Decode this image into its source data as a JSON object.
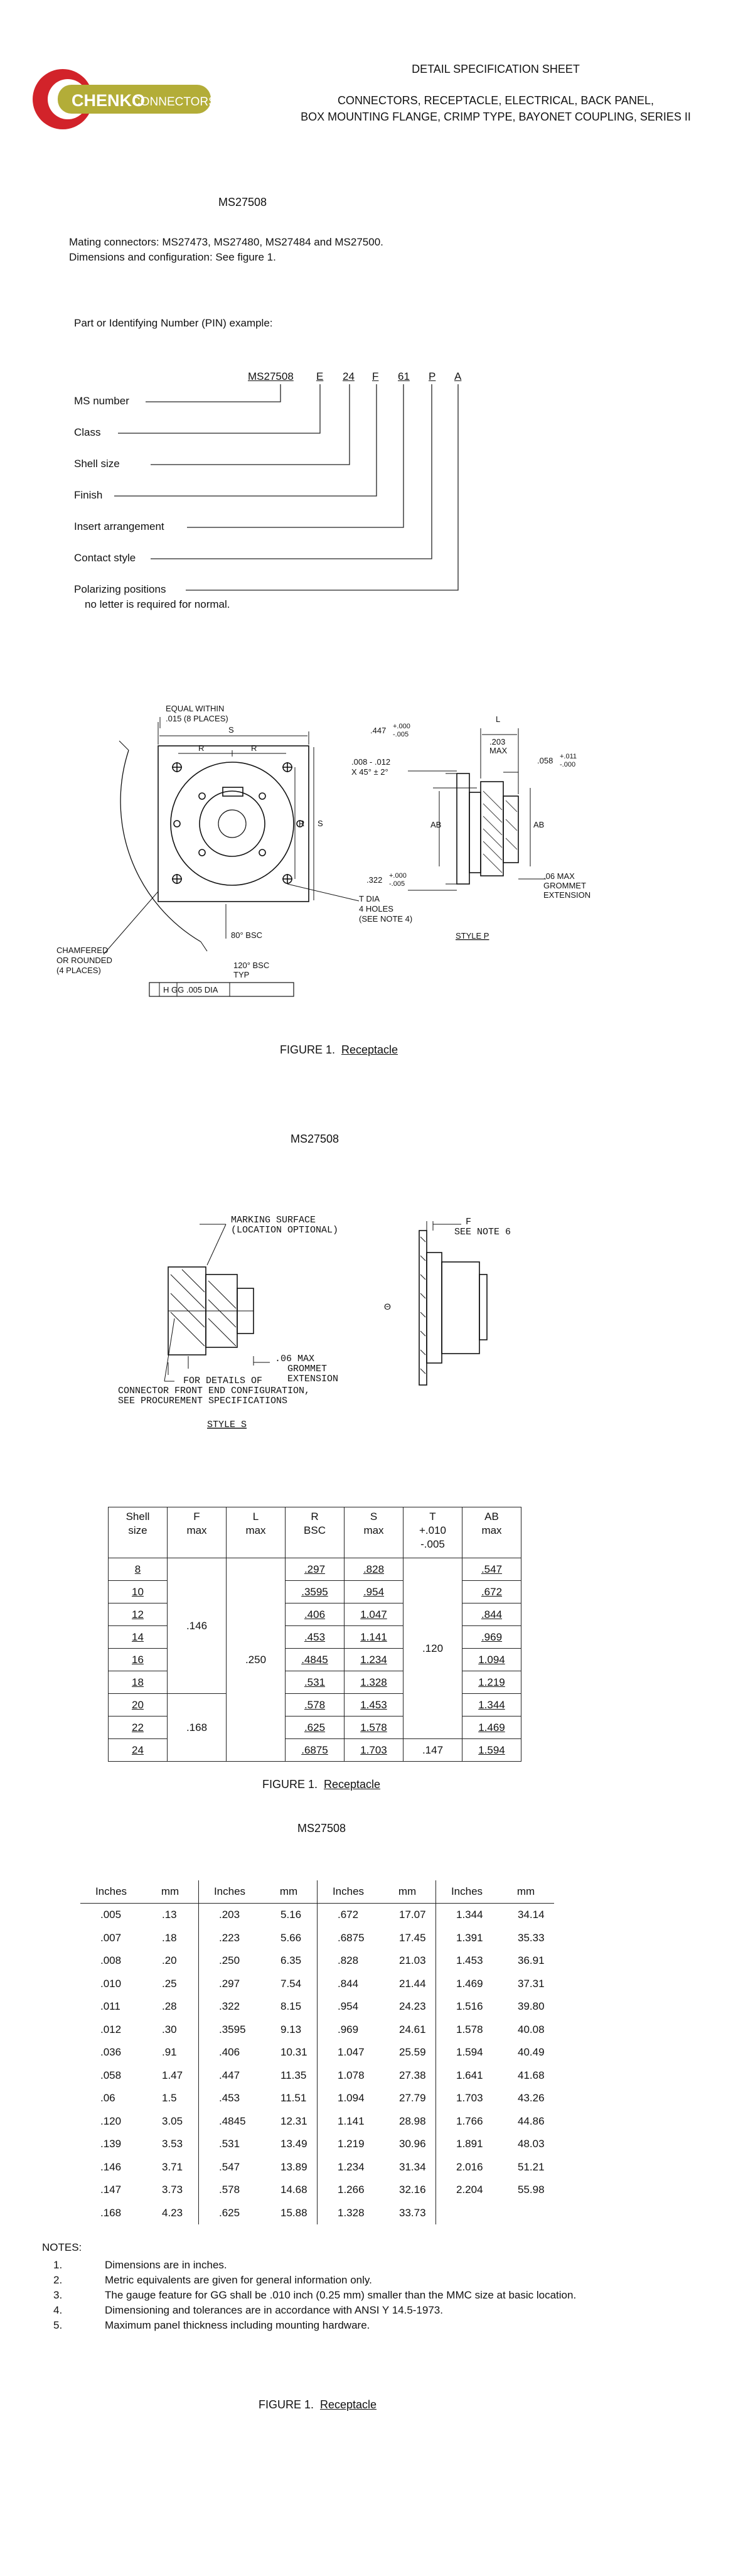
{
  "header": {
    "logo_brand": "CHENKO",
    "logo_sub": "CONNECTORS",
    "title": "DETAIL SPECIFICATION SHEET",
    "line1": "CONNECTORS, RECEPTACLE, ELECTRICAL, BACK PANEL,",
    "line2": "BOX MOUNTING FLANGE, CRIMP TYPE, BAYONET COUPLING, SERIES II",
    "colors": {
      "logo_red": "#d2232a",
      "logo_olive": "#b3ad38"
    }
  },
  "intro": {
    "ms_number": "MS27508",
    "mating": "Mating connectors:  MS27473, MS27480, MS27484 and MS27500.",
    "dimensions": "Dimensions and configuration:  See figure 1."
  },
  "pin": {
    "heading": "Part or Identifying Number (PIN) example:",
    "codes": [
      "MS27508",
      "E",
      "24",
      "F",
      "61",
      "P",
      "A"
    ],
    "labels": [
      "MS number",
      "Class",
      "Shell size",
      "Finish",
      "Insert arrangement",
      "Contact style",
      "Polarizing positions"
    ],
    "note": "no letter is required for normal."
  },
  "drawing1": {
    "equal_within": "EQUAL WITHIN",
    "equal_within2": ".015 (8 PLACES)",
    "s": "S",
    "r": "R",
    "chamfered1": "CHAMFERED",
    "chamfered2": "OR ROUNDED",
    "chamfered3": "(4 PLACES)",
    "bsc80": "80° BSC",
    "bsc120a": "120° BSC",
    "bsc120b": "TYP",
    "tdia1": "T DIA",
    "tdia2": "4 HOLES",
    "tdia3": "(SEE NOTE 4)",
    "tol": "H  GG  .005 DIA",
    "d447": ".447",
    "d447tol_p": "+.000",
    "d447tol_m": "-.005",
    "d203a": ".203",
    "d203b": "MAX",
    "l": "L",
    "d008": ".008 - .012",
    "d008b": "X 45° ± 2°",
    "d058": ".058",
    "d058tol_p": "+.011",
    "d058tol_m": "-.000",
    "ab": "AB",
    "d322": ".322",
    "d322tol_p": "+.000",
    "d322tol_m": "-.005",
    "d06a": ".06 MAX",
    "d06b": "GROMMET",
    "d06c": "EXTENSION",
    "style": "STYLE P"
  },
  "figure_caption": {
    "prefix": "FIGURE 1.",
    "label": "Receptacle"
  },
  "page2_ms": "MS27508",
  "drawing2": {
    "marking1": "MARKING SURFACE",
    "marking2": "(LOCATION OPTIONAL)",
    "f": "F",
    "note6": "SEE NOTE 6",
    "d06a": ".06 MAX",
    "d06b": "GROMMET",
    "d06c": "EXTENSION",
    "details1": "FOR DETAILS OF",
    "details2": "CONNECTOR FRONT END CONFIGURATION,",
    "details3": "SEE PROCUREMENT SPECIFICATIONS",
    "style": "STYLE S"
  },
  "spec_table": {
    "headers": [
      [
        "Shell",
        "size"
      ],
      [
        "F",
        "max"
      ],
      [
        "L",
        "max"
      ],
      [
        "R",
        "BSC"
      ],
      [
        "S",
        "max"
      ],
      [
        "T",
        "+.010",
        "-.005"
      ],
      [
        "AB",
        "max"
      ]
    ],
    "shell": [
      "8",
      "10",
      "12",
      "14",
      "16",
      "18",
      "20",
      "22",
      "24"
    ],
    "f_group1": ".146",
    "f_group2": ".168",
    "l_value": ".250",
    "r": [
      ".297",
      ".3595",
      ".406",
      ".453",
      ".4845",
      ".531",
      ".578",
      ".625",
      ".6875"
    ],
    "s": [
      ".828",
      ".954",
      "1.047",
      "1.141",
      "1.234",
      "1.328",
      "1.453",
      "1.578",
      "1.703"
    ],
    "t_group1": ".120",
    "t_group2": ".147",
    "ab": [
      ".547",
      ".672",
      ".844",
      ".969",
      "1.094",
      "1.219",
      "1.344",
      "1.469",
      "1.594"
    ]
  },
  "page3_ms": "MS27508",
  "conversion": {
    "headers": [
      "Inches",
      "mm",
      "Inches",
      "mm",
      "Inches",
      "mm",
      "Inches",
      "mm"
    ],
    "rows": [
      [
        ".005",
        ".13",
        ".203",
        "5.16",
        ".672",
        "17.07",
        "1.344",
        "34.14"
      ],
      [
        ".007",
        ".18",
        ".223",
        "5.66",
        ".6875",
        "17.45",
        "1.391",
        "35.33"
      ],
      [
        ".008",
        ".20",
        ".250",
        "6.35",
        ".828",
        "21.03",
        "1.453",
        "36.91"
      ],
      [
        ".010",
        ".25",
        ".297",
        "7.54",
        ".844",
        "21.44",
        "1.469",
        "37.31"
      ],
      [
        ".011",
        ".28",
        ".322",
        "8.15",
        ".954",
        "24.23",
        "1.516",
        "39.80"
      ],
      [
        ".012",
        ".30",
        ".3595",
        "9.13",
        ".969",
        "24.61",
        "1.578",
        "40.08"
      ],
      [
        ".036",
        ".91",
        ".406",
        "10.31",
        "1.047",
        "25.59",
        "1.594",
        "40.49"
      ],
      [
        ".058",
        "1.47",
        ".447",
        "11.35",
        "1.078",
        "27.38",
        "1.641",
        "41.68"
      ],
      [
        ".06",
        "1.5",
        ".453",
        "11.51",
        "1.094",
        "27.79",
        "1.703",
        "43.26"
      ],
      [
        ".120",
        "3.05",
        ".4845",
        "12.31",
        "1.141",
        "28.98",
        "1.766",
        "44.86"
      ],
      [
        ".139",
        "3.53",
        ".531",
        "13.49",
        "1.219",
        "30.96",
        "1.891",
        "48.03"
      ],
      [
        ".146",
        "3.71",
        ".547",
        "13.89",
        "1.234",
        "31.34",
        "2.016",
        "51.21"
      ],
      [
        ".147",
        "3.73",
        ".578",
        "14.68",
        "1.266",
        "32.16",
        "2.204",
        "55.98"
      ],
      [
        ".168",
        "4.23",
        ".625",
        "15.88",
        "1.328",
        "33.73",
        "",
        ""
      ]
    ]
  },
  "notes": {
    "heading": "NOTES:",
    "items": [
      "Dimensions are in inches.",
      "Metric equivalents are given for general information only.",
      "The gauge feature for GG shall be .010 inch (0.25 mm) smaller than the MMC size at basic location.",
      "Dimensioning and tolerances are in accordance with ANSI Y 14.5-1973.",
      "Maximum panel thickness including mounting hardware."
    ]
  }
}
